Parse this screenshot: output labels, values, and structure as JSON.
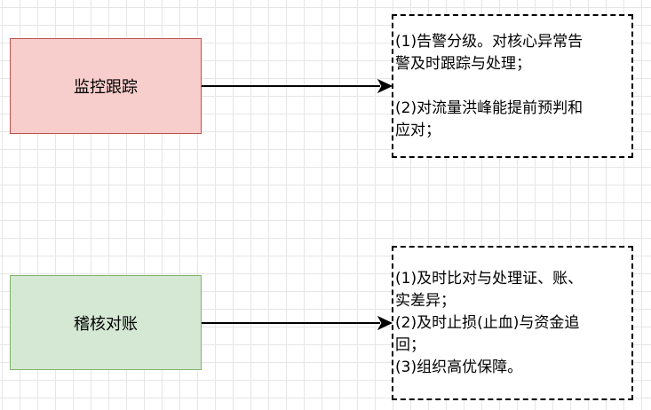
{
  "nodes": {
    "monitor": {
      "label": "监控跟踪",
      "fill": "#f8cecc",
      "stroke": "#b85450"
    },
    "reconcile": {
      "label": "稽核对账",
      "fill": "#d5e8d4",
      "stroke": "#82b366"
    }
  },
  "notes": {
    "monitor": {
      "lines": [
        "(1)告警分级。对核心异常告",
        "警及时跟踪与处理；",
        "",
        "(2)对流量洪峰能提前预判和",
        "应对；"
      ]
    },
    "reconcile": {
      "lines": [
        "(1)及时比对与处理证、账、",
        "实差异；",
        "(2)及时止损(止血)与资金追",
        "回；",
        "(3)组织高优保障。"
      ]
    }
  }
}
